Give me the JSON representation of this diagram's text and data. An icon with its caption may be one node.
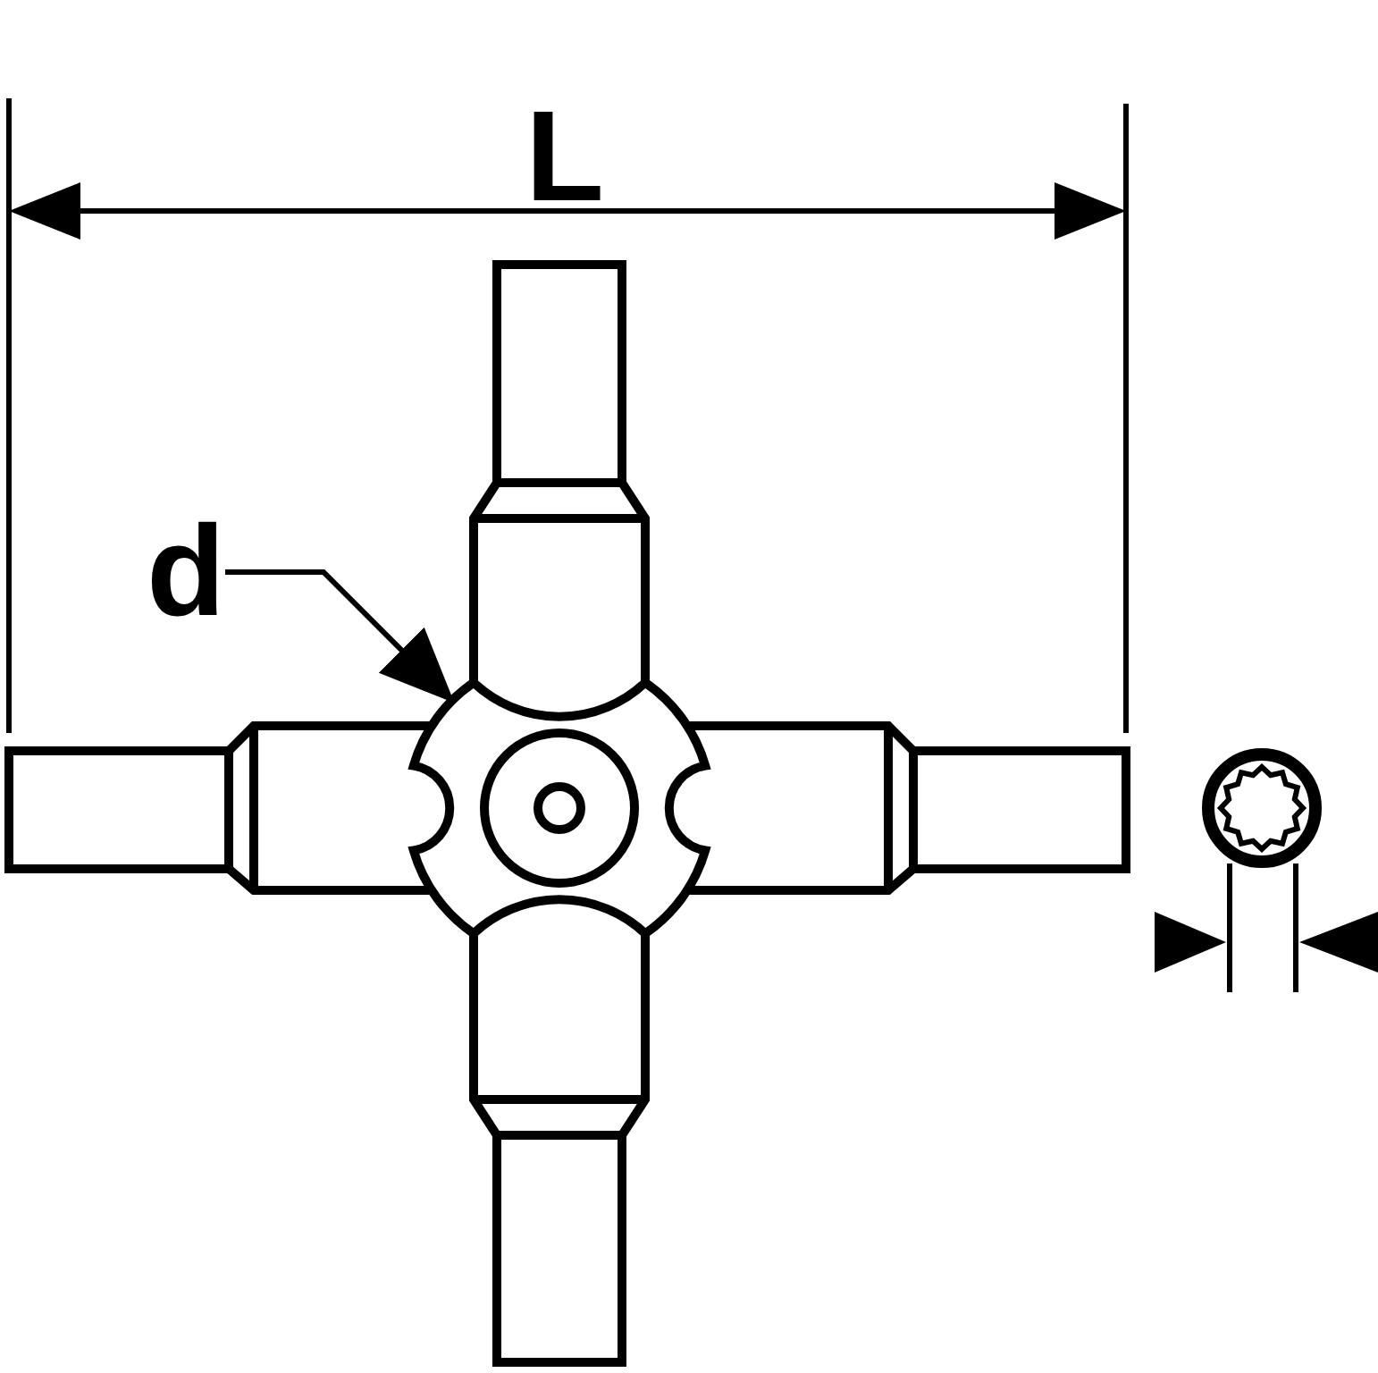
{
  "diagram": {
    "nodes": [
      {
        "text": [
          "d"
        ]
      },
      {
        "text": [],
        "shape": "picture"
      }
    ],
    "edges": [
      {
        "from": 0,
        "to": 1,
        "arrow": "to"
      }
    ],
    "labels": [
      "L"
    ]
  }
}
